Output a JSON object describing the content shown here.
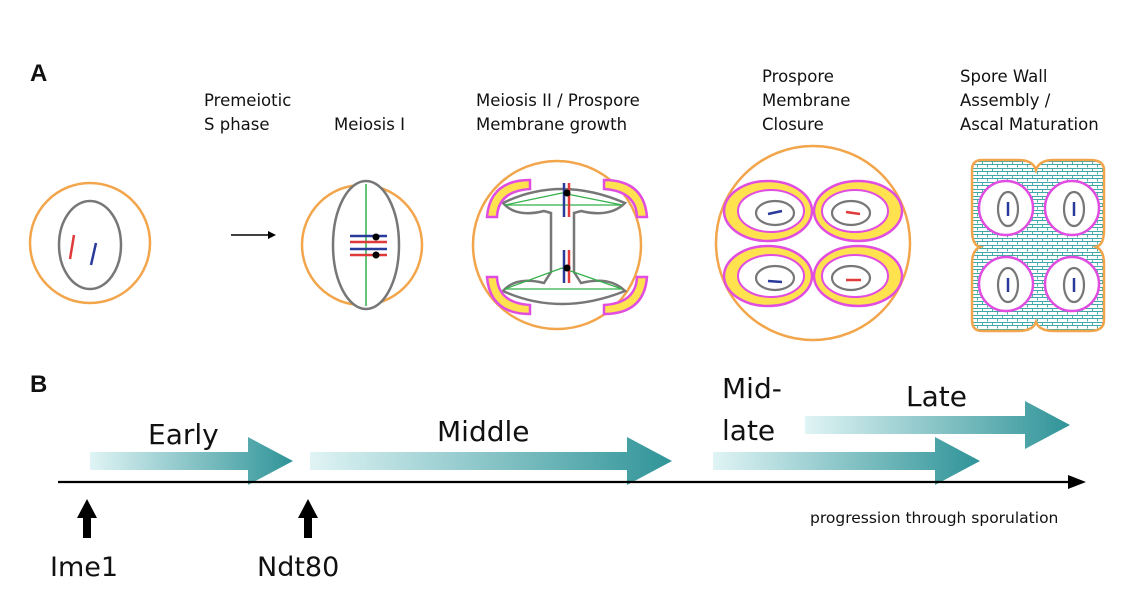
{
  "panel_a": {
    "letter": "A",
    "stages": [
      {
        "line1": "Premeiotic",
        "line2": "S phase",
        "line3": ""
      },
      {
        "line1": "Meiosis I",
        "line2": "",
        "line3": ""
      },
      {
        "line1": "Meiosis II / Prospore",
        "line2": "Membrane growth",
        "line3": ""
      },
      {
        "line1": "Prospore",
        "line2": "Membrane",
        "line3": "Closure"
      },
      {
        "line1": "Spore Wall",
        "line2": "Assembly /",
        "line3": "Ascal Maturation"
      }
    ]
  },
  "panel_b": {
    "letter": "B",
    "phases": {
      "early": "Early",
      "middle": "Middle",
      "midlate_1": "Mid-",
      "midlate_2": "late",
      "late": "Late"
    },
    "axis_label": "progression through sporulation",
    "markers": [
      "Ime1",
      "Ndt80"
    ]
  },
  "colors": {
    "cell_outline": "#f2a54a",
    "nucleus": "#777777",
    "chromosome_red": "#e03a3a",
    "chromosome_blue": "#2a3a9a",
    "spindle": "#33b04a",
    "prospore_membrane": "#e04de0",
    "prospore_fill": "#ffe24d",
    "spore_wall": "#3fa8a8",
    "arrow_teal": "#3a9a9e",
    "arrow_light": "#d6f0f2"
  }
}
